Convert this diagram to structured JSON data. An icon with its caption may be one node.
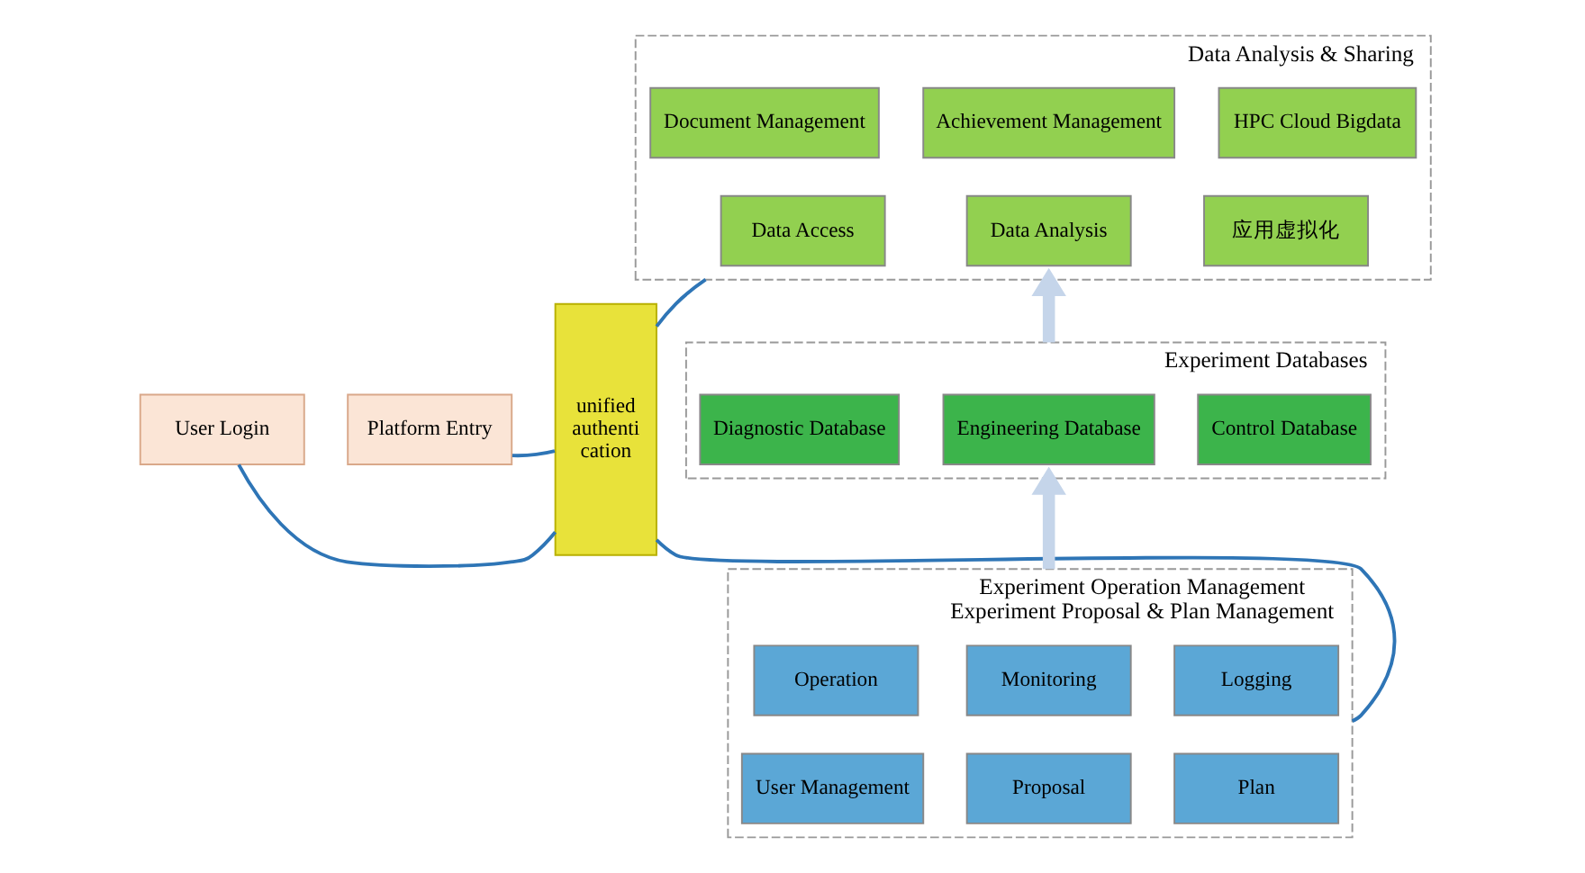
{
  "diagram": {
    "nodes": [
      {
        "text": [
          "User Login"
        ]
      },
      {
        "text": [
          "Platform Entry"
        ]
      },
      {
        "text": [
          "unified authenti cation"
        ]
      },
      {
        "text": [
          "Data Analysis & Sharing"
        ]
      },
      {
        "text": [
          "Document Management"
        ],
        "in": 3
      },
      {
        "text": [
          "Achievement Management"
        ],
        "in": 3
      },
      {
        "text": [
          "HPC Cloud Bigdata"
        ],
        "in": 3
      },
      {
        "text": [
          "Data Access"
        ],
        "in": 3
      },
      {
        "text": [
          "Data Analysis"
        ],
        "in": 3
      },
      {
        "text": [
          "应用虚拟化"
        ],
        "in": 3
      },
      {
        "text": [
          "Experiment Databases"
        ]
      },
      {
        "text": [
          "Diagnostic Database"
        ],
        "in": 10
      },
      {
        "text": [
          "Engineering Database"
        ],
        "in": 10
      },
      {
        "text": [
          "Control Database"
        ],
        "in": 10
      },
      {
        "text": [
          "Experiment Operation Management",
          "Experiment Proposal & Plan Management"
        ]
      },
      {
        "text": [
          "Operation"
        ],
        "in": 14
      },
      {
        "text": [
          "Monitoring"
        ],
        "in": 14
      },
      {
        "text": [
          "Logging"
        ],
        "in": 14
      },
      {
        "text": [
          "User Management"
        ],
        "in": 14
      },
      {
        "text": [
          "Proposal"
        ],
        "in": 14
      },
      {
        "text": [
          "Plan"
        ],
        "in": 14
      }
    ],
    "edges": [
      {
        "from": 0,
        "to": 2,
        "arrow": "none"
      },
      {
        "from": 1,
        "to": 2,
        "arrow": "none"
      },
      {
        "from": 2,
        "to": 3,
        "arrow": "none"
      },
      {
        "from": 2,
        "to": 14,
        "arrow": "none"
      },
      {
        "from": 10,
        "to": 3,
        "arrow": "to",
        "style": "thick",
        "color": "#c5d5ea"
      },
      {
        "from": 14,
        "to": 10,
        "arrow": "to",
        "style": "thick",
        "color": "#c5d5ea"
      }
    ]
  }
}
